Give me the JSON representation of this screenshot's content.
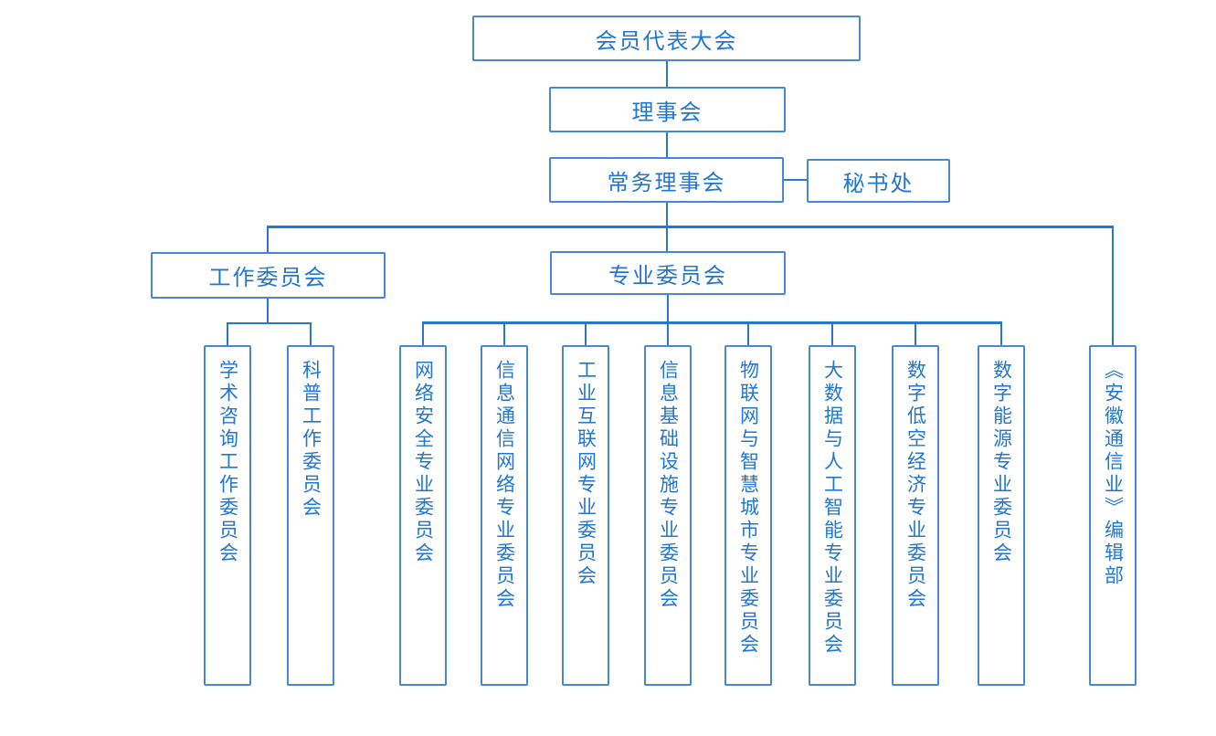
{
  "colors": {
    "line": "#2878c8",
    "box_border": "#4687d6",
    "text": "#2176d2",
    "background": "#ffffff"
  },
  "org": {
    "root": {
      "label": "会员代表大会"
    },
    "council": {
      "label": "理事会"
    },
    "standing_council": {
      "label": "常务理事会"
    },
    "secretariat": {
      "label": "秘书处"
    },
    "working_committee": {
      "label": "工作委员会",
      "children": [
        {
          "label": "学术咨询工作委员会"
        },
        {
          "label": "科普工作委员会"
        }
      ]
    },
    "professional_committee": {
      "label": "专业委员会",
      "children": [
        {
          "label": "网络安全专业委员会"
        },
        {
          "label": "信息通信网络专业委员会"
        },
        {
          "label": "工业互联网专业委员会"
        },
        {
          "label": "信息基础设施专业委员会"
        },
        {
          "label": "物联网与智慧城市专业委员会"
        },
        {
          "label": "大数据与人工智能专业委员会"
        },
        {
          "label": "数字低空经济专业委员会"
        },
        {
          "label": "数字能源专业委员会"
        }
      ]
    },
    "editorial": {
      "label": "《安徽通信业》编辑部"
    }
  }
}
